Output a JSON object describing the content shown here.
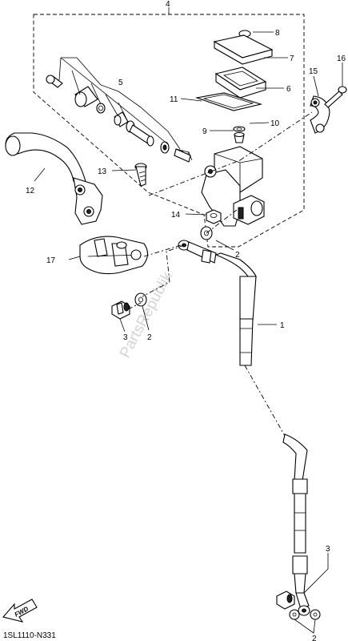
{
  "watermark": "PartsRepublik",
  "diagram_code": "1SL1110-N331",
  "fwd_label": "FWD",
  "callouts": {
    "c1": "1",
    "c2a": "2",
    "c2b": "2",
    "c2c": "2",
    "c3a": "3",
    "c3b": "3",
    "c4": "4",
    "c5": "5",
    "c6": "6",
    "c7": "7",
    "c8": "8",
    "c9": "9",
    "c10": "10",
    "c11": "11",
    "c12": "12",
    "c13": "13",
    "c14": "14",
    "c15": "15",
    "c16": "16",
    "c17": "17"
  }
}
